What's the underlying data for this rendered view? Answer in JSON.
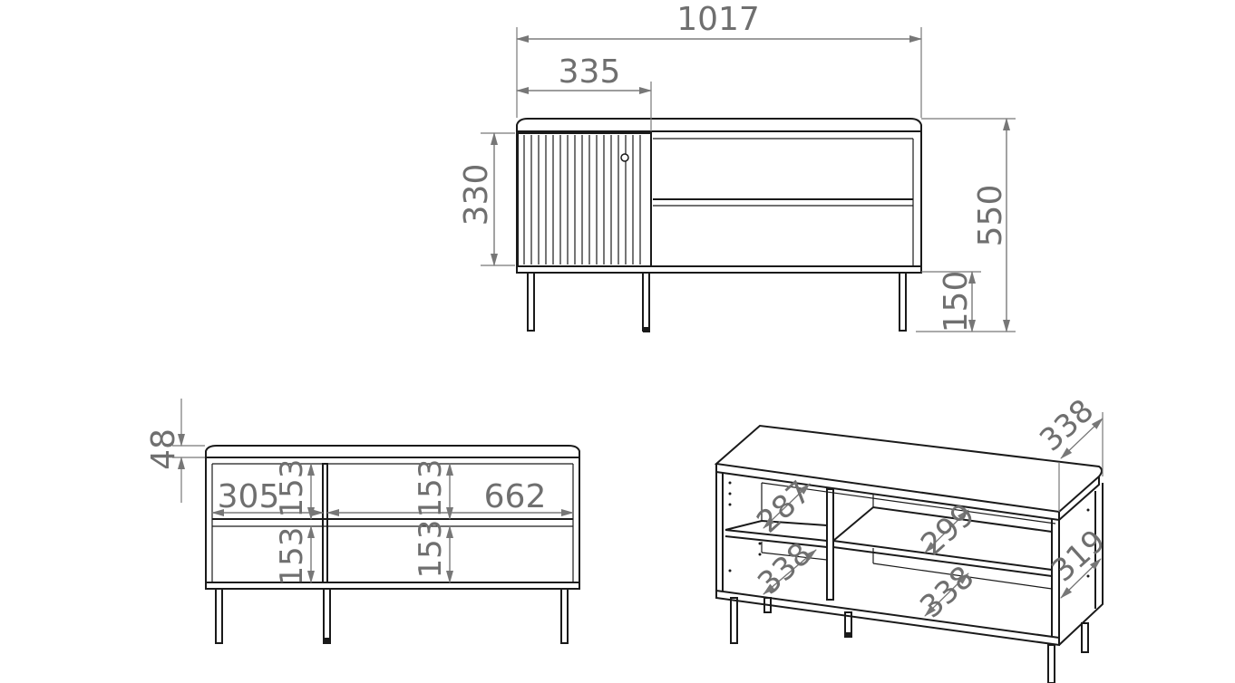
{
  "front_view": {
    "width": "1017",
    "door_width": "335",
    "door_height": "330",
    "total_height": "550",
    "leg_height": "150"
  },
  "open_view": {
    "top_thickness": "48",
    "left_width": "305",
    "right_width": "662",
    "left_upper_height": "153",
    "left_lower_height": "153",
    "right_upper_height": "153",
    "right_lower_height": "153"
  },
  "iso_view": {
    "depth": "338",
    "left_upper_depth": "287",
    "left_lower_depth": "338",
    "right_upper_depth": "299",
    "right_lower_depth": "338",
    "side_depth": "319"
  }
}
